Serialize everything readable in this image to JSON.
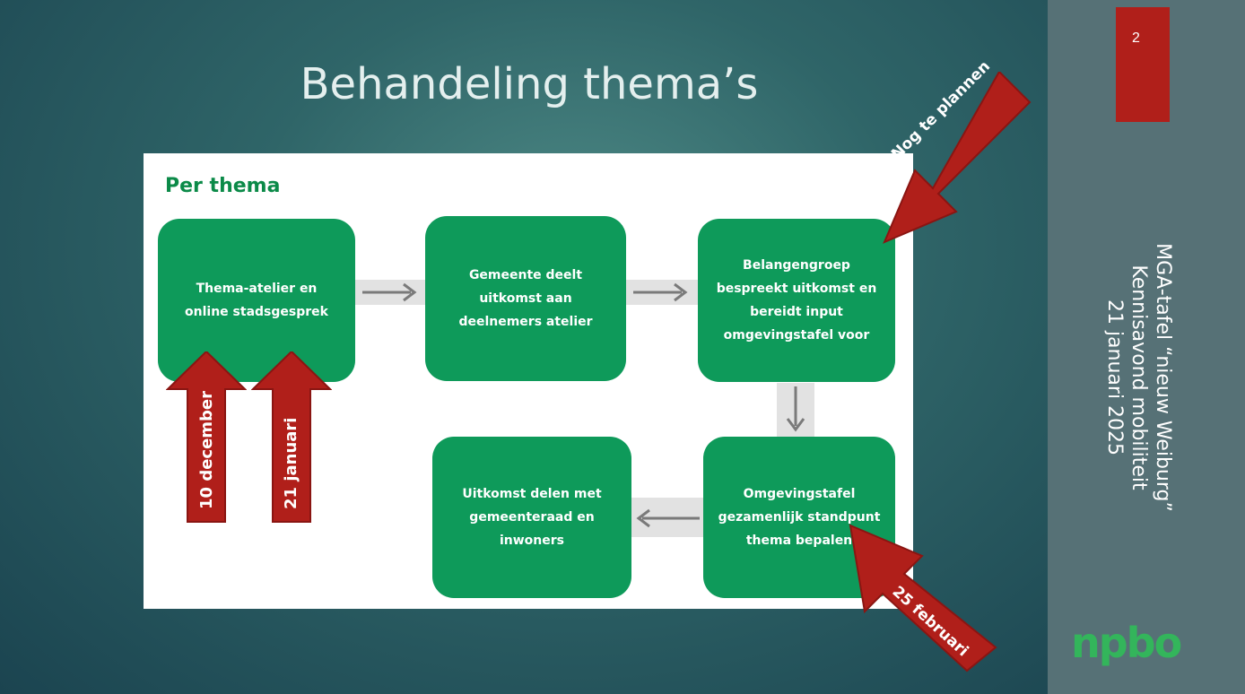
{
  "slide": {
    "title": "Behandeling thema’s",
    "page_number": "2",
    "side_text": [
      "MGA-tafel “nieuw Weiburg”",
      "Kennisavond mobiliteit",
      "21 januari 2025"
    ],
    "logo_text": "npbo"
  },
  "diagram": {
    "heading": "Per thema",
    "boxes": {
      "box1": "Thema-atelier en online stadsgesprek",
      "box2": "Gemeente deelt uitkomst aan deelnemers atelier",
      "box3": "Belangengroep bespreekt uitkomst en bereidt input omgevingstafel voor",
      "box4": "Omgevingstafel gezamenlijk standpunt thema bepalen",
      "box5": "Uitkomst delen met gemeenteraad en inwoners"
    }
  },
  "annotations": {
    "arrow_nog": "Nog te plannen",
    "arrow_10dec": "10 december",
    "arrow_21jan": "21 januari",
    "arrow_25feb": "25 februari"
  },
  "colors": {
    "accent_red": "#b01f1a",
    "box_green": "#0e9a5a",
    "heading_green": "#0b8a48",
    "sidebar": "#567176"
  }
}
